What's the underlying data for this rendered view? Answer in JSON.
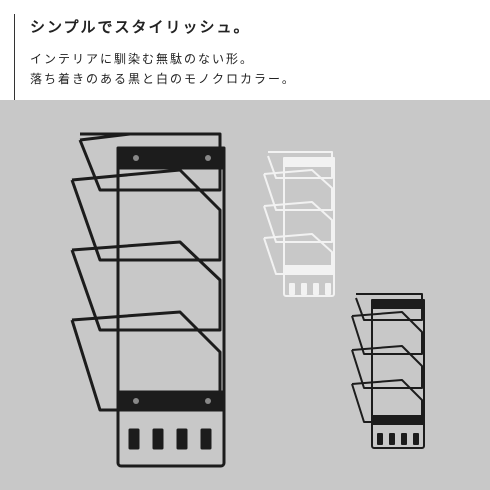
{
  "headline": "シンプルでスタイリッシュ。",
  "body": {
    "line1": "インテリアに馴染む無駄のない形。",
    "line2": "落ち着きのある黒と白のモノクロカラー。"
  },
  "products": [
    {
      "name": "black-rack-large",
      "color": "#1c1c1c"
    },
    {
      "name": "white-rack",
      "color": "#f2f2f2"
    },
    {
      "name": "black-rack-small",
      "color": "#1c1c1c"
    }
  ]
}
